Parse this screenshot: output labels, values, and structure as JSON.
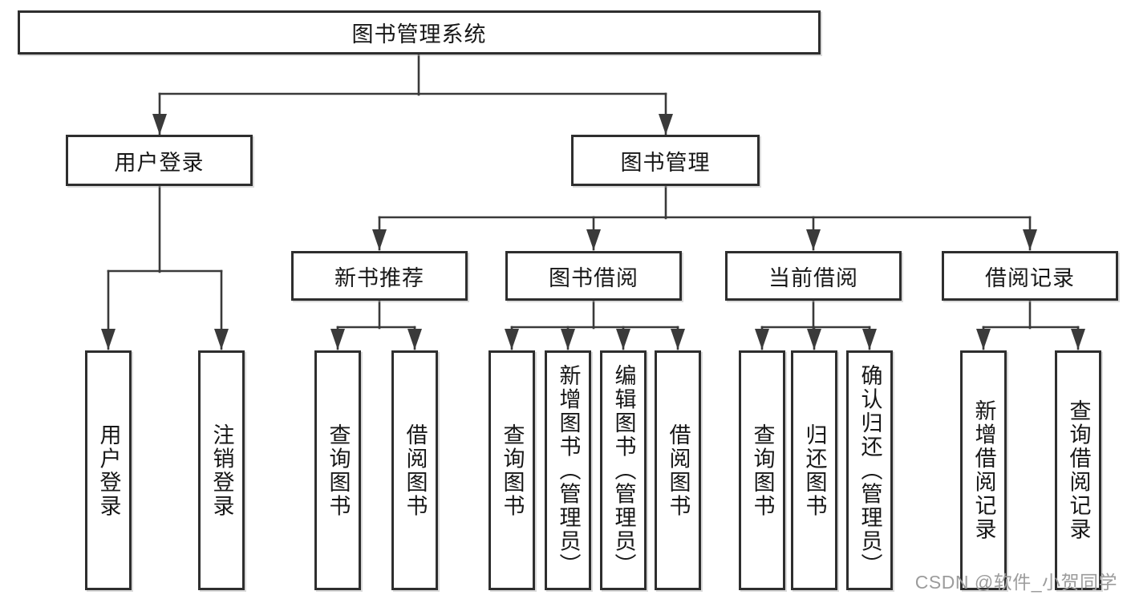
{
  "nodes": {
    "root": "图书管理系统",
    "user_login": "用户登录",
    "book_mgmt": "图书管理",
    "new_book_rec": "新书推荐",
    "book_borrow": "图书借阅",
    "current_borrow": "当前借阅",
    "borrow_record": "借阅记录",
    "ul_user_login": "用户登录",
    "ul_logout": "注销登录",
    "nb_query_book": "查询图书",
    "nb_borrow_book": "借阅图书",
    "bb_query_book": "查询图书",
    "bb_add_book": "新增图书（管理员）",
    "bb_edit_book": "编辑图书（管理员）",
    "bb_borrow_book": "借阅图书",
    "cb_query_book": "查询图书",
    "cb_return_book": "归还图书",
    "cb_confirm_return": "确认归还（管理员）",
    "br_add_record": "新增借阅记录",
    "br_query_record": "查询借阅记录"
  },
  "edges": [
    [
      "root",
      "user_login"
    ],
    [
      "root",
      "book_mgmt"
    ],
    [
      "user_login",
      "ul_user_login"
    ],
    [
      "user_login",
      "ul_logout"
    ],
    [
      "book_mgmt",
      "new_book_rec"
    ],
    [
      "book_mgmt",
      "book_borrow"
    ],
    [
      "book_mgmt",
      "current_borrow"
    ],
    [
      "book_mgmt",
      "borrow_record"
    ],
    [
      "new_book_rec",
      "nb_query_book"
    ],
    [
      "new_book_rec",
      "nb_borrow_book"
    ],
    [
      "book_borrow",
      "bb_query_book"
    ],
    [
      "book_borrow",
      "bb_add_book"
    ],
    [
      "book_borrow",
      "bb_edit_book"
    ],
    [
      "book_borrow",
      "bb_borrow_book"
    ],
    [
      "current_borrow",
      "cb_query_book"
    ],
    [
      "current_borrow",
      "cb_return_book"
    ],
    [
      "current_borrow",
      "cb_confirm_return"
    ],
    [
      "borrow_record",
      "br_add_record"
    ],
    [
      "borrow_record",
      "br_query_record"
    ]
  ],
  "watermark": "CSDN @软件_小贺同学",
  "colors": {
    "background": "#ffffff",
    "box_border": "#2e2e2e",
    "line": "#3a3a3a",
    "text": "#171717",
    "watermark": "#9c9c9c"
  }
}
